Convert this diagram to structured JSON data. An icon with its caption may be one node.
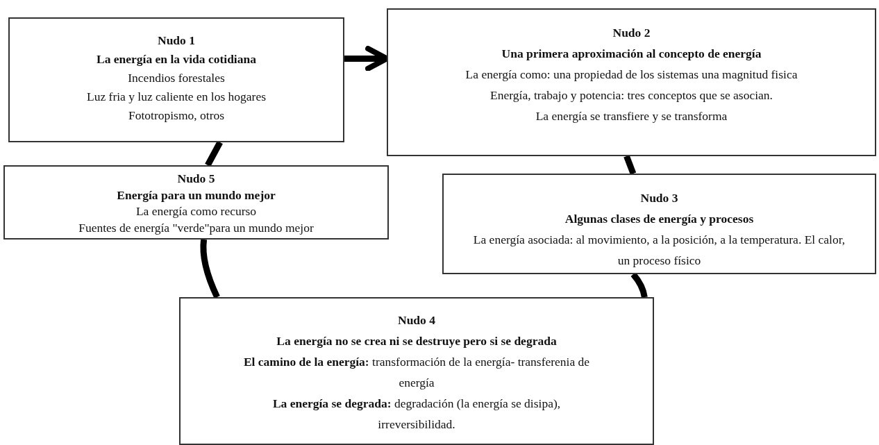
{
  "diagram": {
    "nodes": [
      {
        "text": [
          "Nudo 1",
          "La energía en la vida cotidiana",
          "Incendios forestales",
          "Luz fria y luz caliente en los hogares",
          "Fototropismo, otros"
        ]
      },
      {
        "text": [
          "Nudo 2",
          "Una primera aproximación al concepto de energía",
          "La energía como:  una propiedad de los sistemas una magnitud fisica",
          "Energía, trabajo y potencia: tres conceptos que se asocian.",
          "La energía se transfiere y se transforma"
        ]
      },
      {
        "text": [
          "Nudo 3",
          "Algunas clases de energía y procesos",
          "La energía asociada: al movimiento, a la posición, a la temperatura. El calor, un proceso físico"
        ]
      },
      {
        "text": [
          "Nudo 4",
          "La energía no se crea ni se destruye pero si se degrada",
          "**El camino de la energía:** transformación de la energía- transferenia de energía",
          "**La energía se degrada:** degradación (la energía se disipa), irreversibilidad."
        ]
      },
      {
        "text": [
          "Nudo 5",
          "Energía para un mundo mejor",
          "La energía como recurso",
          "Fuentes de energía \"verde\"para un mundo mejor"
        ]
      }
    ],
    "edges": [
      {
        "from": 0,
        "to": 1,
        "arrow": "to"
      },
      {
        "from": 1,
        "to": 2,
        "arrow": "none"
      },
      {
        "from": 2,
        "to": 3,
        "arrow": "none"
      },
      {
        "from": 3,
        "to": 4,
        "arrow": "none"
      },
      {
        "from": 4,
        "to": 0,
        "arrow": "none"
      }
    ]
  }
}
